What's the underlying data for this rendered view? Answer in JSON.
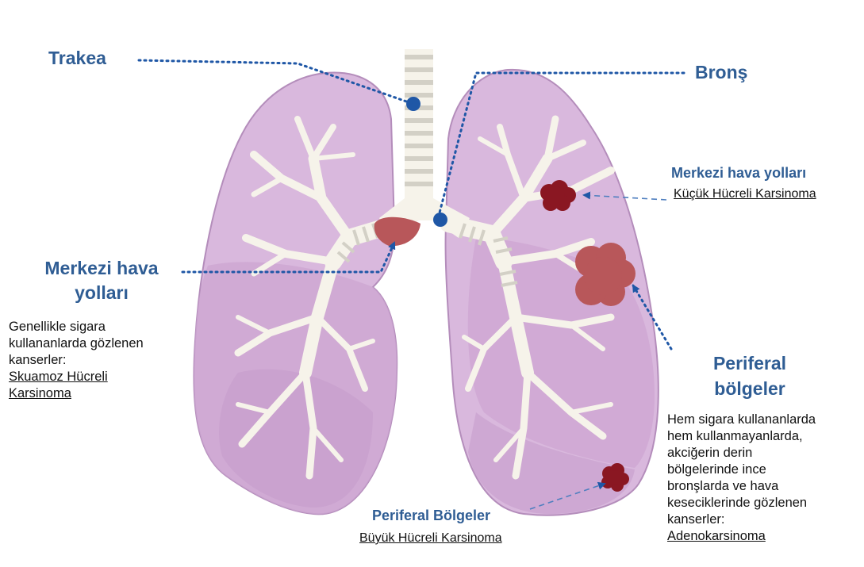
{
  "labels": {
    "trakea": "Trakea",
    "bronş": "Bronş",
    "central_right_title": "Merkezi hava yolları",
    "central_right_type": "Küçük Hücreli Karsinoma",
    "central_left_title_line1": "Merkezi hava",
    "central_left_title_line2": "yolları",
    "central_left_desc": [
      "Genellikle sigara",
      "kullananlarda gözlenen",
      "kanserler:"
    ],
    "central_left_type": [
      "Skuamoz Hücreli",
      "Karsinoma"
    ],
    "peripheral_title_line1": "Periferal",
    "peripheral_title_line2": "bölgeler",
    "peripheral_desc": [
      "Hem sigara kullananlarda",
      "hem kullanmayanlarda,",
      "akciğerin derin",
      "bölgelerinde ince",
      "bronşlarda ve hava",
      "keseciklerinde gözlenen",
      "kanserler:"
    ],
    "peripheral_type": "Adenokarsinoma",
    "peripheral_bottom_title": "Periferal Bölgeler",
    "peripheral_bottom_type": "Büyük Hücreli Karsinoma"
  },
  "colors": {
    "lung_fill": "#d9b8dd",
    "lung_shade": "#c9a1cf",
    "lung_outline": "#b48dbb",
    "airway": "#f6f3ea",
    "trachea_ring": "#d3d0c6",
    "label_blue": "#2f5d94",
    "marker_blue": "#1f57a6",
    "tumor_small": "#8a1722",
    "tumor_large": "#b8575a"
  }
}
